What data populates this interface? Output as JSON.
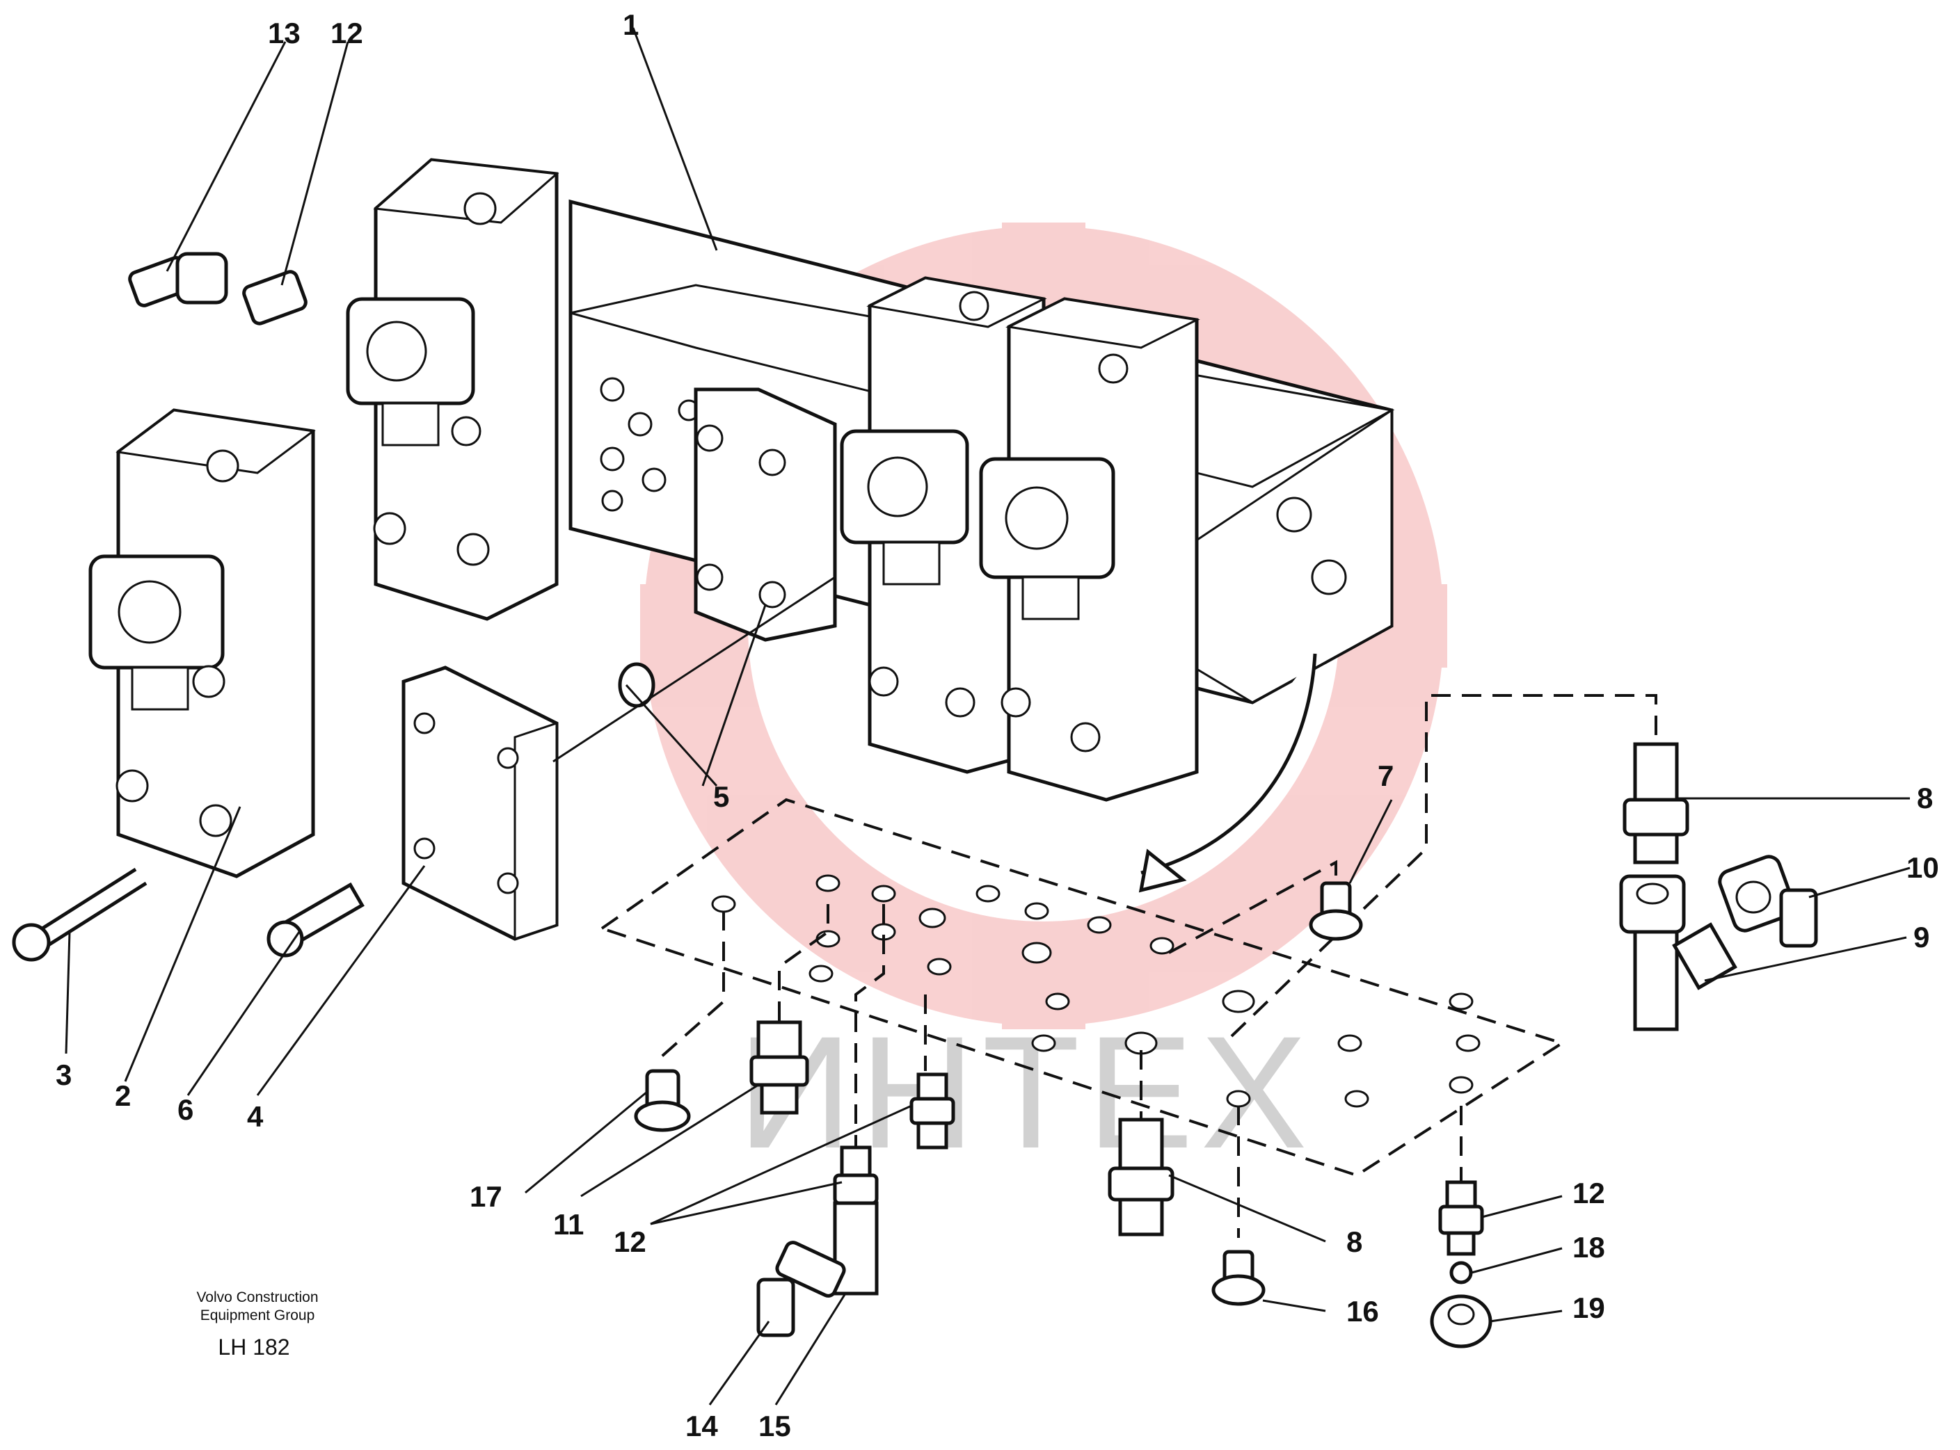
{
  "callouts": {
    "c1": "1",
    "c2": "2",
    "c3": "3",
    "c4": "4",
    "c5": "5",
    "c6": "6",
    "c7": "7",
    "c8a": "8",
    "c8b": "8",
    "c9": "9",
    "c10": "10",
    "c11": "11",
    "c12a": "12",
    "c12b": "12",
    "c12c": "12",
    "c13": "13",
    "c14": "14",
    "c15": "15",
    "c16": "16",
    "c17": "17",
    "c18": "18",
    "c19": "19"
  },
  "caption": {
    "line1": "Volvo Construction",
    "line2": "Equipment Group",
    "code": "LH 182"
  },
  "watermark": {
    "text": "ИНТЕХ",
    "emblem_color": "#e85a5a",
    "text_color": "#9a9a9a"
  }
}
